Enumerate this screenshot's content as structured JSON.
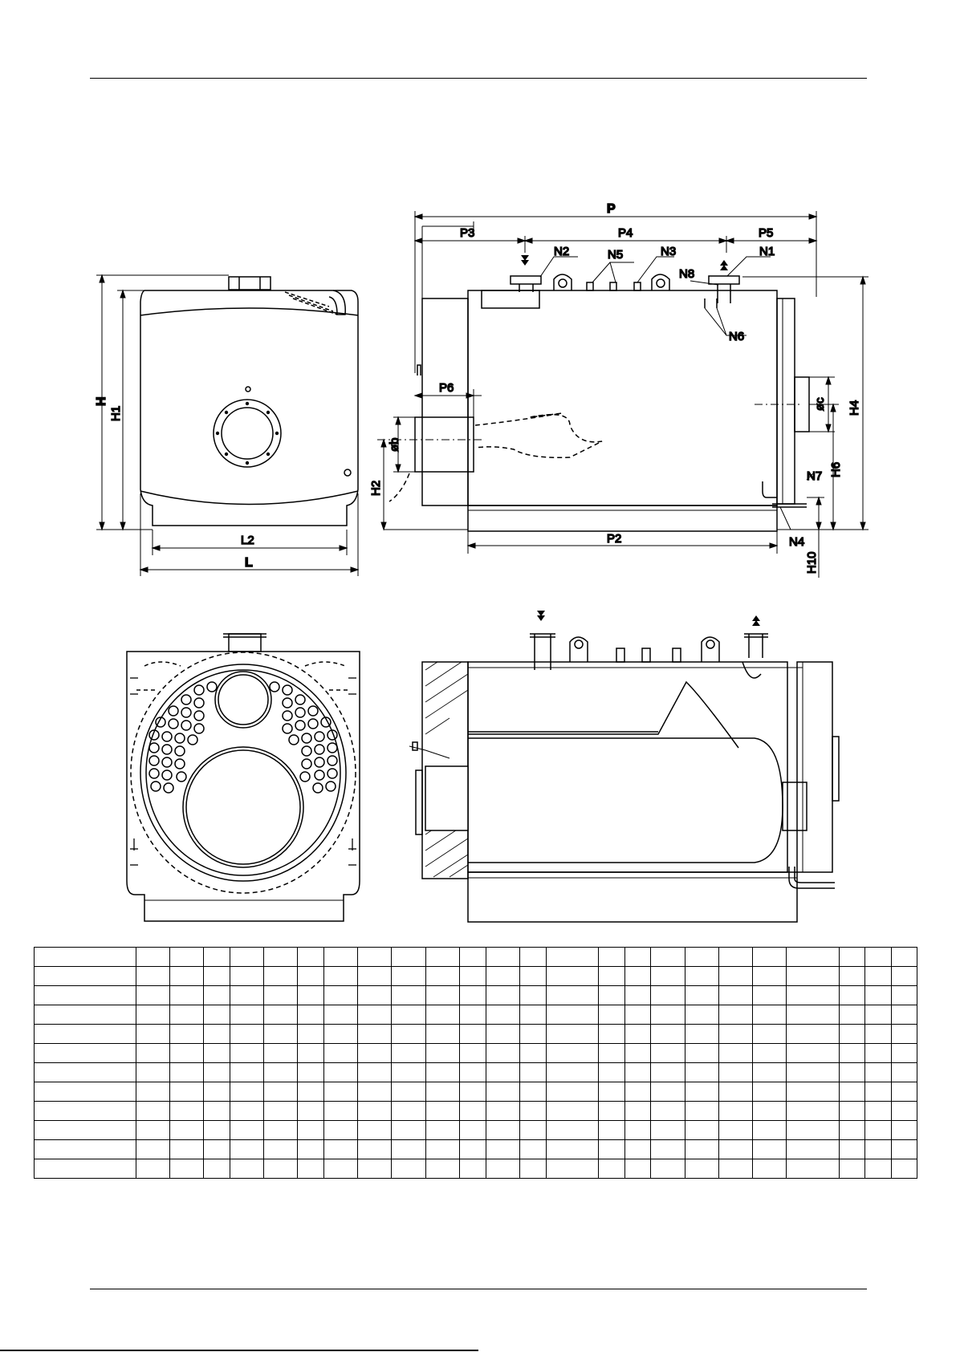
{
  "labels": {
    "P": "P",
    "P2": "P2",
    "P3": "P3",
    "P4": "P4",
    "P5": "P5",
    "P6": "P6",
    "H": "H",
    "H1": "H1",
    "H2": "H2",
    "H4": "H4",
    "H6": "H6",
    "H10": "H10",
    "L": "L",
    "L2": "L2",
    "phi_b": "øb",
    "phi_c": "øc",
    "N1": "N1",
    "N2": "N2",
    "N3": "N3",
    "N4": "N4",
    "N5": "N5",
    "N6": "N6",
    "N7": "N7",
    "N8": "N8"
  },
  "table": {
    "rows": 12,
    "col_widths": [
      120,
      40,
      40,
      31,
      40,
      40,
      31,
      40,
      40,
      40,
      40,
      31,
      40,
      31,
      62,
      31,
      31,
      40,
      40,
      40,
      40,
      62,
      31,
      31,
      30
    ],
    "cells": []
  },
  "colors": {
    "line": "#000000",
    "background": "#ffffff"
  }
}
